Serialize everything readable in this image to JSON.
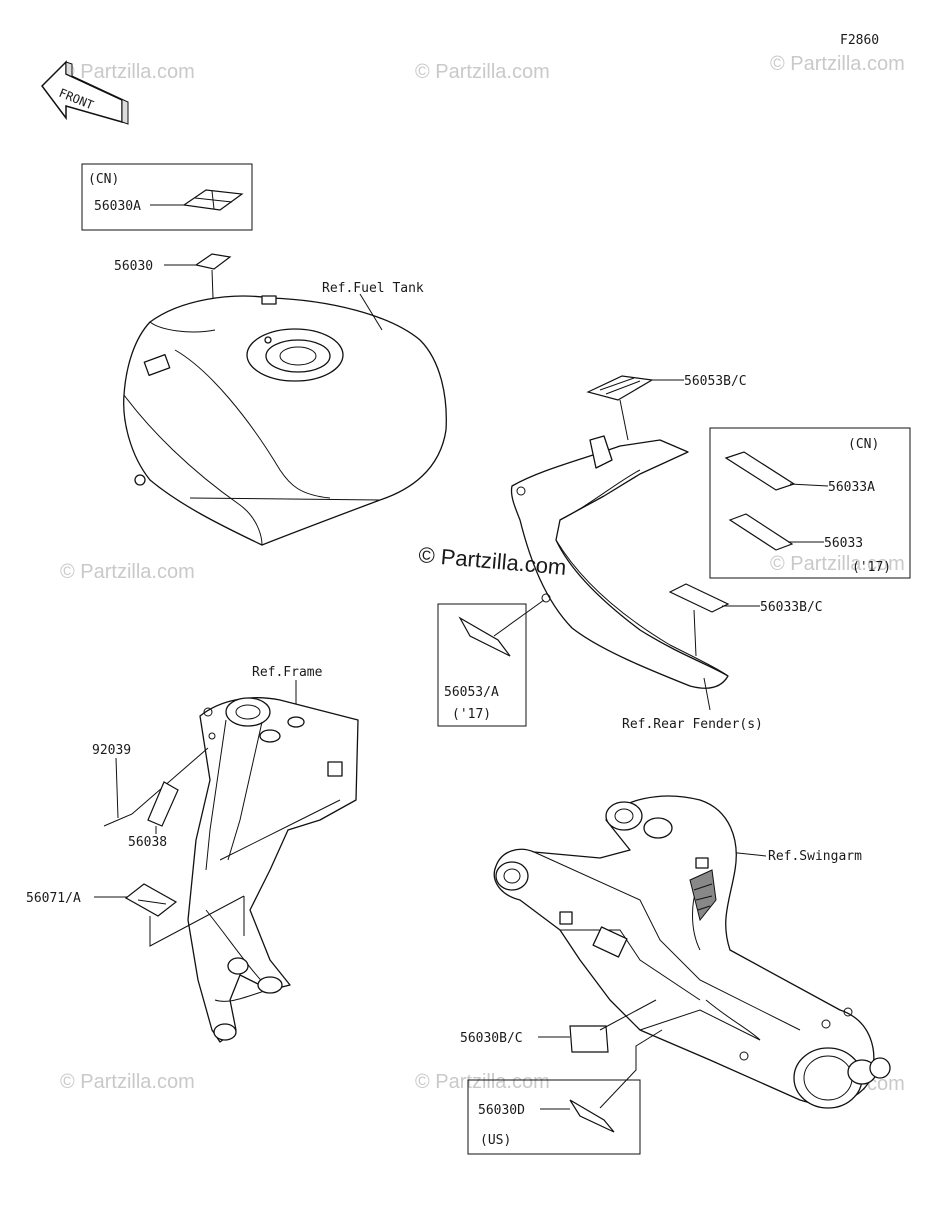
{
  "figure_id": "F2860",
  "front_label": "FRONT",
  "watermark": "© Partzilla.com",
  "watermark_center": "© Partzilla.com",
  "labels": {
    "cn_box_1_header": "(CN)",
    "part_56030A": "56030A",
    "part_56030": "56030",
    "ref_fuel_tank": "Ref.Fuel Tank",
    "part_56053BC": "56053B/C",
    "cn_box_2_header": "(CN)",
    "part_56033A": "56033A",
    "part_56033": "56033",
    "part_56033_year": "('17)",
    "part_56033BC": "56033B/C",
    "part_56053A": "56053/A",
    "part_56053A_year": "('17)",
    "ref_rear_fender": "Ref.Rear Fender(s)",
    "ref_frame": "Ref.Frame",
    "part_92039": "92039",
    "part_56038": "56038",
    "part_56071A": "56071/A",
    "ref_swingarm": "Ref.Swingarm",
    "part_56030BC": "56030B/C",
    "part_56030D": "56030D",
    "part_56030D_region": "(US)"
  }
}
